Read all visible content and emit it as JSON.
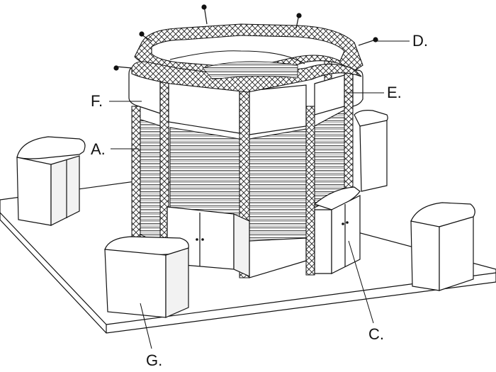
{
  "callouts": {
    "D": "D.",
    "E": "E.",
    "F": "F.",
    "A": "A.",
    "C": "C.",
    "G": "G."
  },
  "colors": {
    "line": "#111111",
    "panel": "#ffffff",
    "slat": "#9a9a9a"
  }
}
